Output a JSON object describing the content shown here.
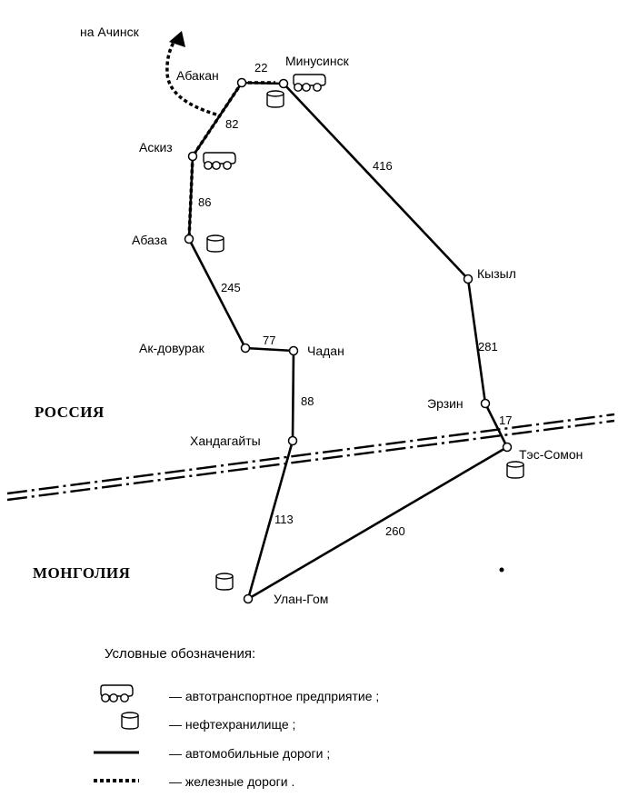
{
  "countries": {
    "russia": "РОССИЯ",
    "mongolia": "МОНГОЛИЯ"
  },
  "direction_label": "на Ачинск",
  "cities": {
    "abakan": "Абакан",
    "minusinsk": "Минусинск",
    "askiz": "Аскиз",
    "abaza": "Абаза",
    "kyzyl": "Кызыл",
    "ak_dovurak": "Ак-довурак",
    "chadan": "Чадан",
    "erzin": "Эрзин",
    "khandagaity": "Хандагайты",
    "tes_somon": "Тэс-Сомон",
    "ulan_gom": "Улан-Гом"
  },
  "distances": {
    "abakan_minusinsk": "22",
    "abakan_askiz": "82",
    "minusinsk_kyzyl": "416",
    "askiz_abaza": "86",
    "abaza_ak_dovurak": "245",
    "ak_dovurak_chadan": "77",
    "kyzyl_erzin": "281",
    "chadan_khandagaity": "88",
    "erzin_tes_somon": "17",
    "khandagaity_ulan_gom": "113",
    "tes_somon_ulan_gom": "260"
  },
  "legend": {
    "title": "Условные обозначения:",
    "items": [
      {
        "icon": "truck-depot-icon",
        "text": "— автотранспортное предприятие ;"
      },
      {
        "icon": "oil-storage-icon",
        "text": "— нефтехранилище ;"
      },
      {
        "icon": "road-line-icon",
        "text": "— автомобильные дороги ;"
      },
      {
        "icon": "railway-line-icon",
        "text": "— железные дороги ."
      }
    ]
  },
  "colors": {
    "ink": "#000000",
    "background": "#ffffff"
  }
}
